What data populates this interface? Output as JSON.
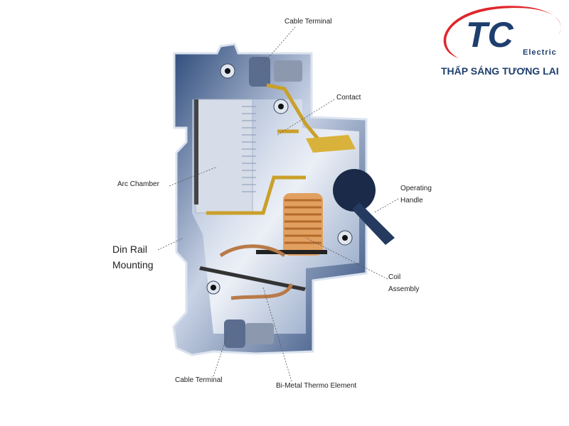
{
  "labels": {
    "cable_terminal_top": "Cable Terminal",
    "contact": "Contact",
    "arc_chamber": "Arc Chamber",
    "operating_handle": [
      "Operating",
      "Handle"
    ],
    "din_rail_mounting": [
      "Din Rail",
      "Mounting"
    ],
    "coil_assembly": [
      "Coil",
      "Assembly"
    ],
    "cable_terminal_bottom": "Cable Terminal",
    "bimetal": "Bi-Metal Thermo Element"
  },
  "logo": {
    "mark": "TC",
    "sub": "Electric",
    "tagline": "THẤP SÁNG TƯƠNG LAI",
    "colors": {
      "red": "#e0262b",
      "blue": "#1e3f6e"
    }
  }
}
